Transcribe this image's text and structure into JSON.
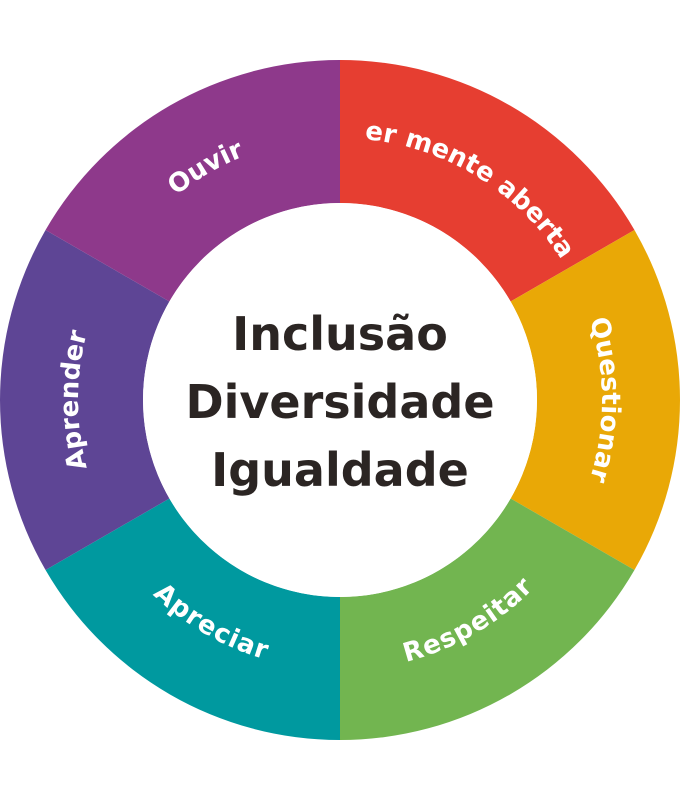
{
  "center": {
    "lines": [
      "Inclusão",
      "Diversidade",
      "Igualdade"
    ]
  },
  "segments": [
    {
      "label": "Ter mente aberta",
      "color": "#e63e31"
    },
    {
      "label": "Questionar",
      "color": "#e9a806"
    },
    {
      "label": "Respeitar",
      "color": "#72b550"
    },
    {
      "label": "Apreciar",
      "color": "#00999f"
    },
    {
      "label": "Aprender",
      "color": "#5e4595"
    },
    {
      "label": "Ouvir",
      "color": "#8e398b"
    }
  ]
}
